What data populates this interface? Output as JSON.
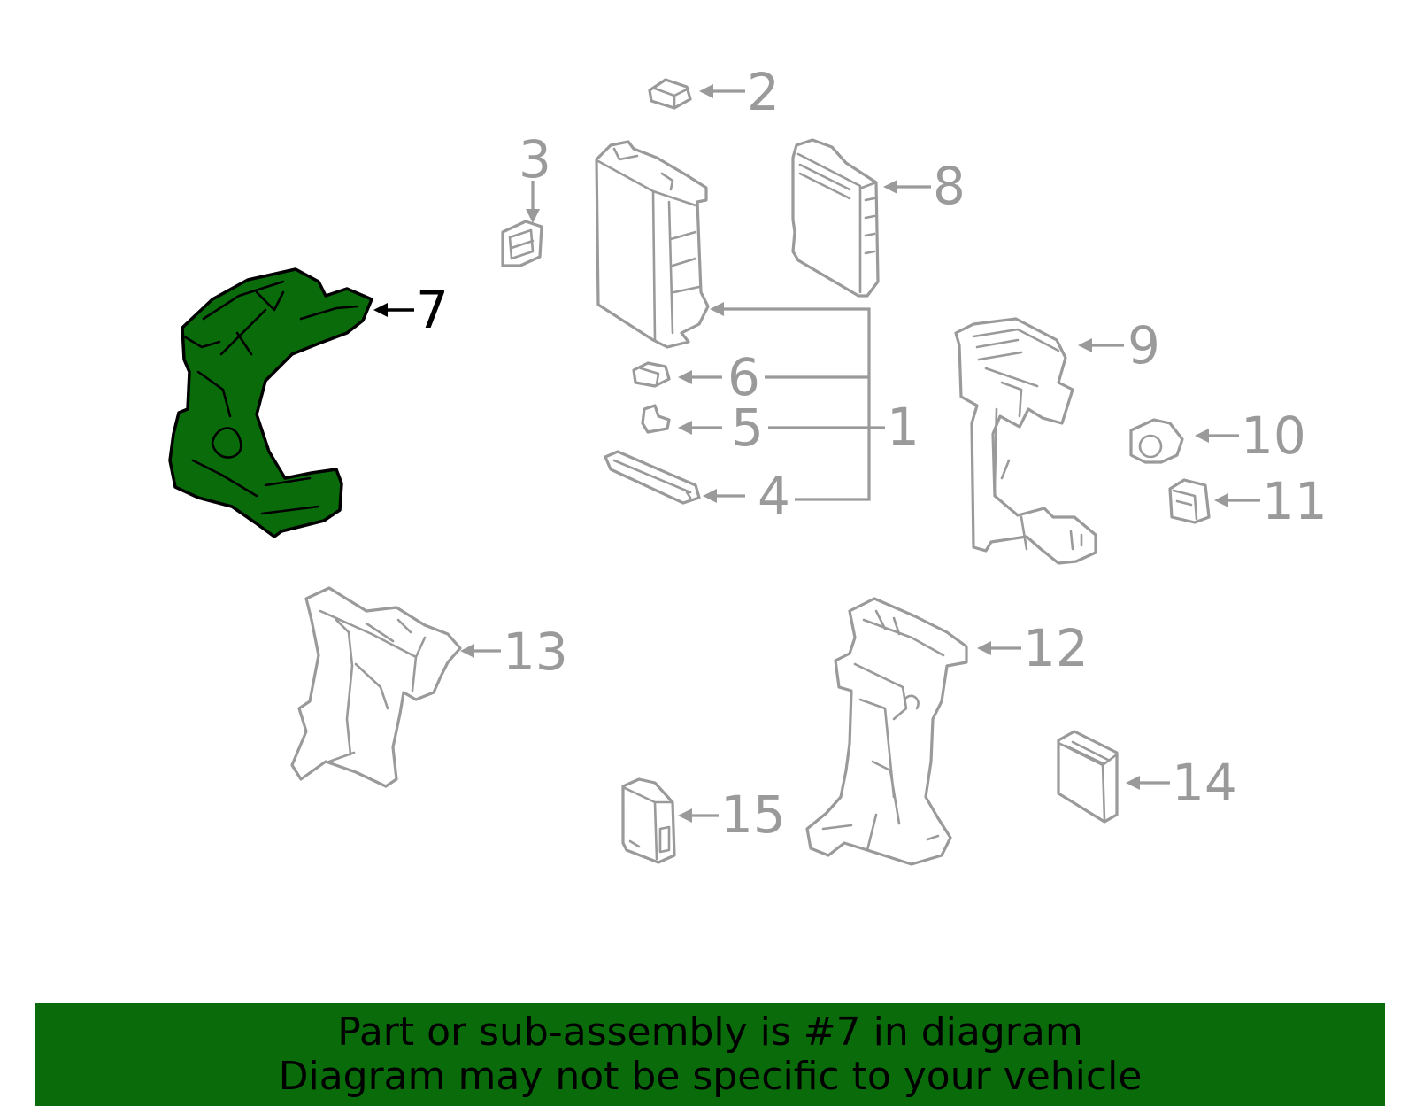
{
  "diagram": {
    "highlight_color": "#0a6b0a",
    "callout_color": "#9a9a9a",
    "highlighted_part": "7",
    "callouts": {
      "c1": "1",
      "c2": "2",
      "c3": "3",
      "c4": "4",
      "c5": "5",
      "c6": "6",
      "c7": "7",
      "c8": "8",
      "c9": "9",
      "c10": "10",
      "c11": "11",
      "c12": "12",
      "c13": "13",
      "c14": "14",
      "c15": "15"
    }
  },
  "banner": {
    "line1": "Part or sub-assembly is #7 in diagram",
    "line2": "Diagram may not be specific to your vehicle"
  }
}
